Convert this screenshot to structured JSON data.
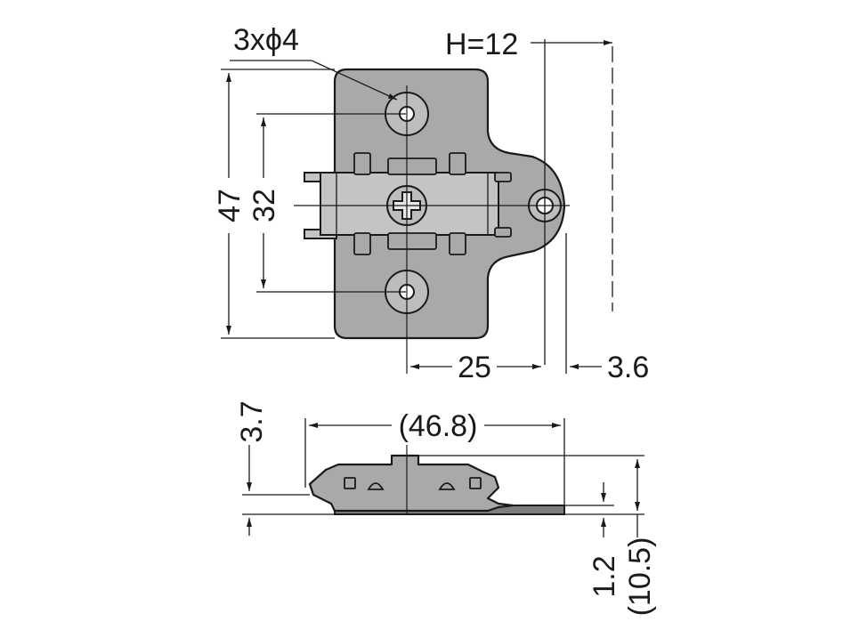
{
  "labels": {
    "hole_spec": "3xϕ4",
    "height": "H=12",
    "overall_height": "47",
    "hole_pitch": "32",
    "center_offset": "25",
    "offset_h": "3.6",
    "overall_length": "(46.8)",
    "plate_thickness_top": "3.7",
    "plate_thickness": "1.2",
    "overall_depth": "(10.5)"
  }
}
